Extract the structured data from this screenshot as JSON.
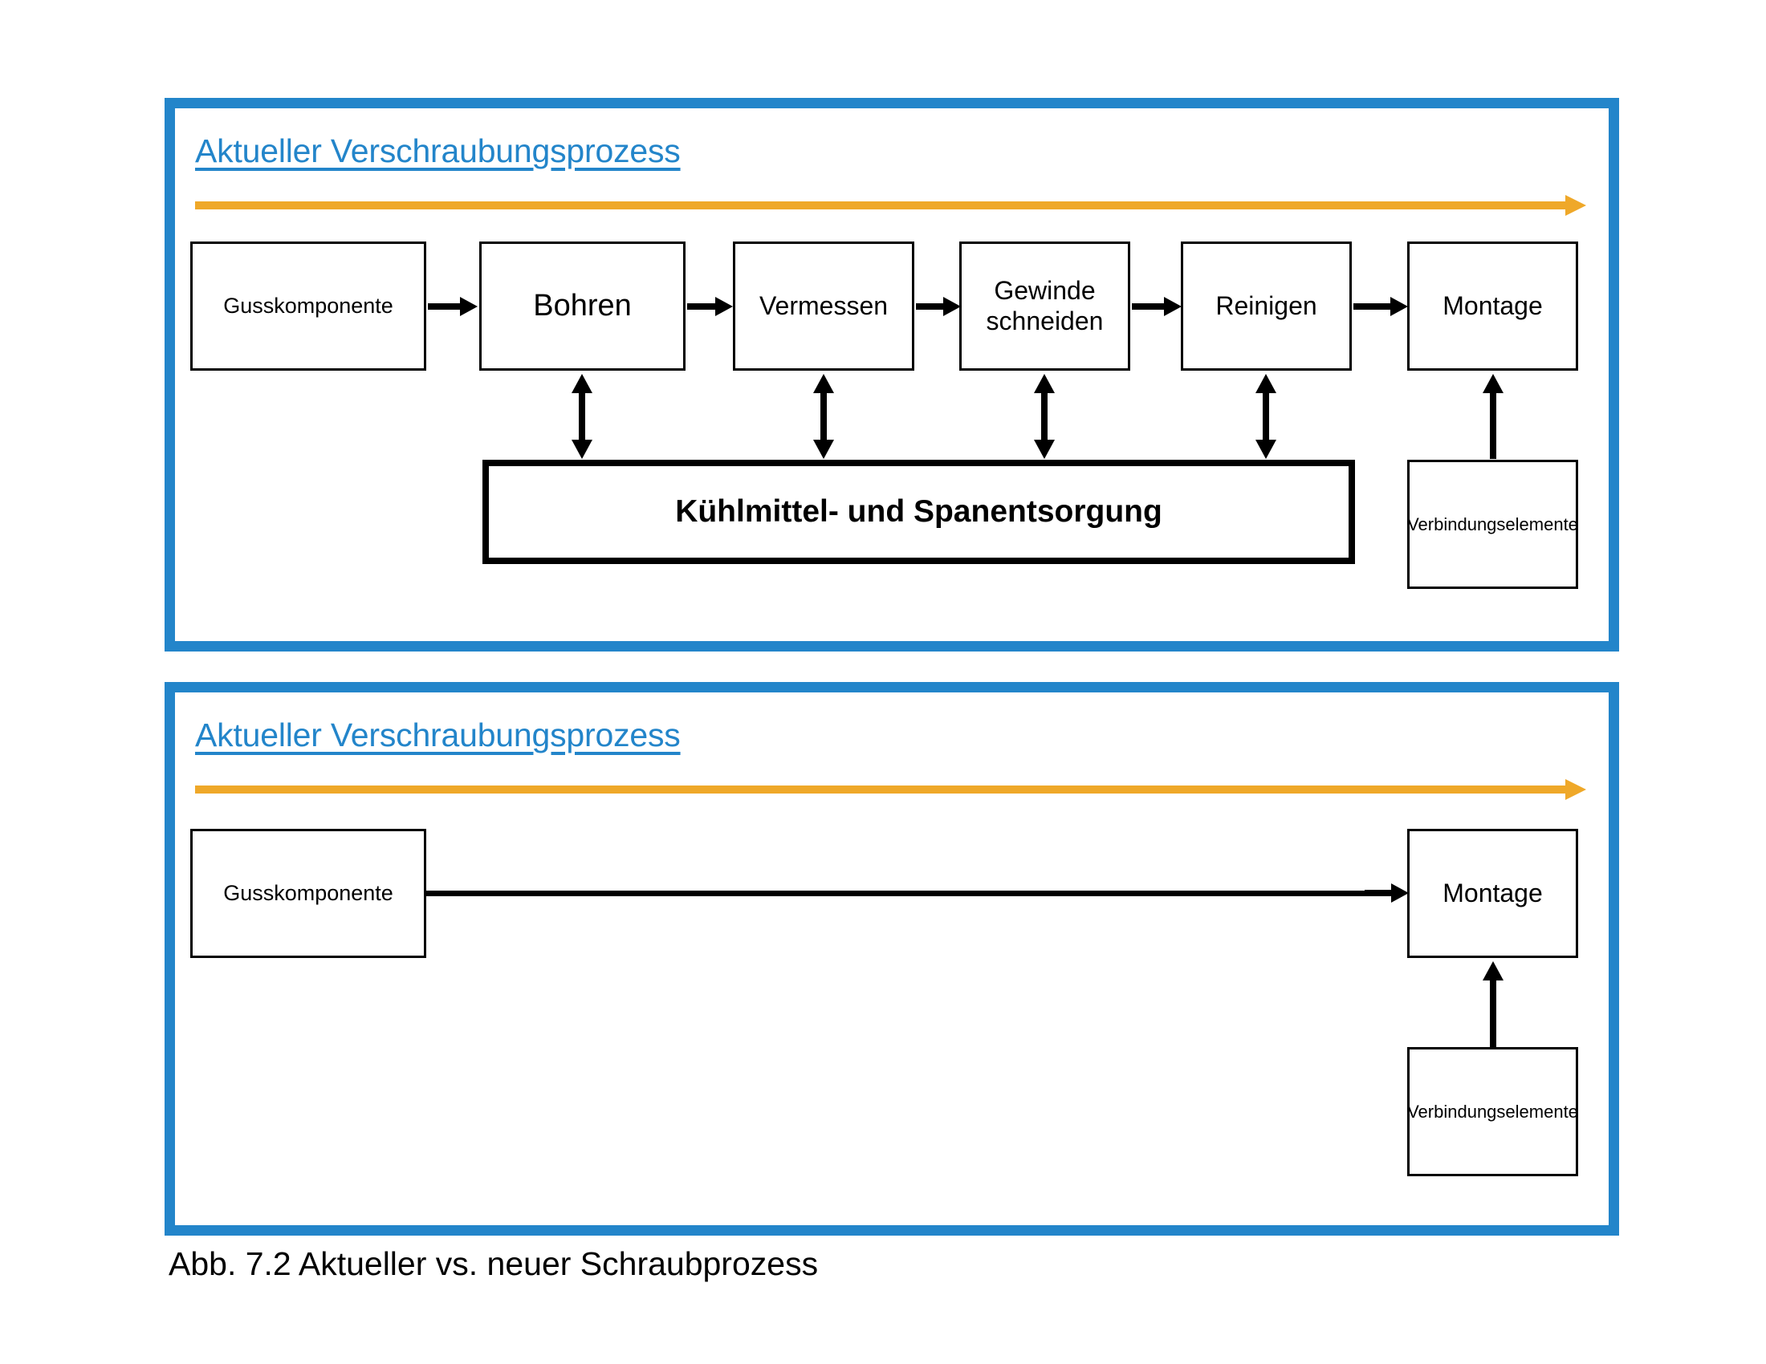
{
  "figure": {
    "caption": "Abb. 7.2 Aktueller vs. neuer Schraubprozess",
    "border_color": "#2385CA",
    "accent_arrow_color": "#EFA829",
    "line_color": "#000000"
  },
  "panels": [
    {
      "id": "current-process",
      "title": "Aktueller Verschraubungsprozess",
      "flow_arrow_label": "",
      "steps": [
        {
          "label": "Gusskomponente"
        },
        {
          "label": "Bohren"
        },
        {
          "label": "Vermessen"
        },
        {
          "label_line1": "Gewinde",
          "label_line2": "schneiden"
        },
        {
          "label": "Reinigen"
        },
        {
          "label": "Montage"
        }
      ],
      "support": {
        "label": "Kühlmittel- und Spanentsorgung"
      },
      "supply": {
        "label": "Verbindungselemente"
      }
    },
    {
      "id": "new-process",
      "title": "Aktueller Verschraubungsprozess",
      "flow_arrow_label": "",
      "steps": [
        {
          "label": "Gusskomponente"
        },
        {
          "label": "Montage"
        }
      ],
      "supply": {
        "label": "Verbindungselemente"
      }
    }
  ]
}
